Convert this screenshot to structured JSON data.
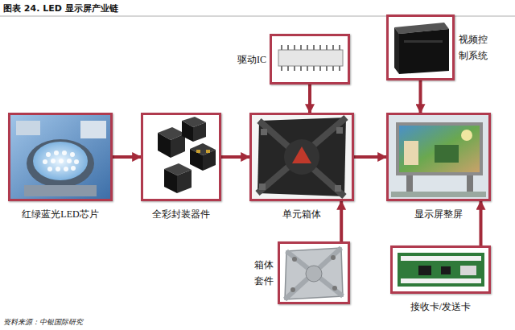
{
  "diagram": {
    "title": "图表 24. LED 显示屏产业链",
    "nodes": [
      {
        "text": [
          "红绿蓝光LED芯片"
        ]
      },
      {
        "text": [
          "全彩封装器件"
        ]
      },
      {
        "text": [
          "单元箱体"
        ]
      },
      {
        "text": [
          "显示屏整屏"
        ]
      },
      {
        "text": [
          "驱动IC"
        ]
      },
      {
        "text": [
          "视频控制系统"
        ]
      },
      {
        "text": [
          "箱体套件"
        ]
      },
      {
        "text": [
          "接收卡/发送卡"
        ]
      }
    ],
    "edges": [
      {
        "from": 0,
        "to": 1,
        "arrow": "to"
      },
      {
        "from": 1,
        "to": 2,
        "arrow": "to"
      },
      {
        "from": 2,
        "to": 3,
        "arrow": "to"
      },
      {
        "from": 4,
        "to": 2,
        "arrow": "to"
      },
      {
        "from": 5,
        "to": 3,
        "arrow": "to"
      },
      {
        "from": 6,
        "to": 2,
        "arrow": "to"
      },
      {
        "from": 7,
        "to": 3,
        "arrow": "to"
      }
    ],
    "labels": [
      "资料来源：中银国际研究"
    ]
  }
}
